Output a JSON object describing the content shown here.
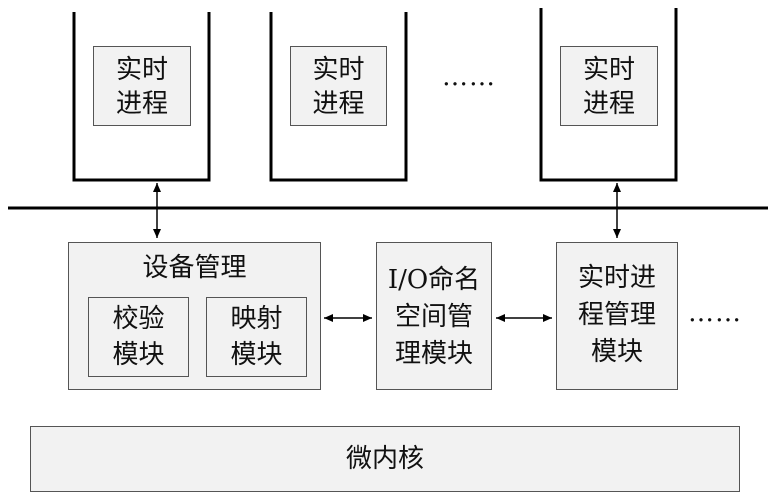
{
  "processes": [
    {
      "line1": "实时",
      "line2": "进程"
    },
    {
      "line1": "实时",
      "line2": "进程"
    },
    {
      "line1": "实时",
      "line2": "进程"
    }
  ],
  "ellipsis_top": "……",
  "ellipsis_right": "……",
  "device_mgmt": {
    "title": "设备管理",
    "check_module": {
      "line1": "校验",
      "line2": "模块"
    },
    "map_module": {
      "line1": "映射",
      "line2": "模块"
    }
  },
  "io_namespace_module": {
    "line1": "I/O命名",
    "line2": "空间管",
    "line3": "理模块"
  },
  "rt_process_mgmt_module": {
    "line1": "实时进",
    "line2": "程管理",
    "line3": "模块"
  },
  "microkernel": "微内核"
}
